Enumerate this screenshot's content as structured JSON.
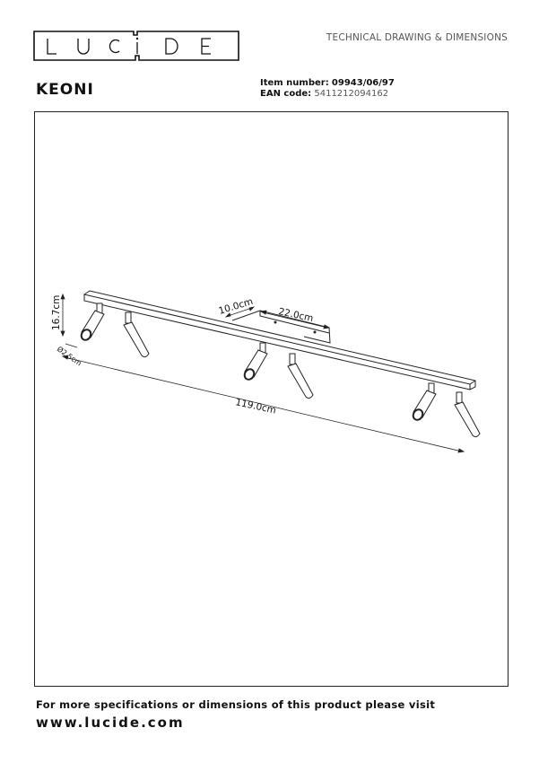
{
  "header": {
    "brand": "LUCIDE",
    "doc_type": "TECHNICAL DRAWING & DIMENSIONS"
  },
  "product": {
    "name": "KEONI",
    "item_label": "Item number:",
    "item_number": "09943/06/97",
    "ean_label": "EAN code:",
    "ean_code": "5411212094162"
  },
  "drawing": {
    "dimensions": {
      "height": "16.7cm",
      "diameter": "Ø2.5cm",
      "base_depth": "10.0cm",
      "base_width": "22.0cm",
      "length": "119.0cm"
    },
    "spot_count": 6
  },
  "footer": {
    "note": "For more specifications or dimensions of this product please visit",
    "website": "www.lucide.com"
  }
}
